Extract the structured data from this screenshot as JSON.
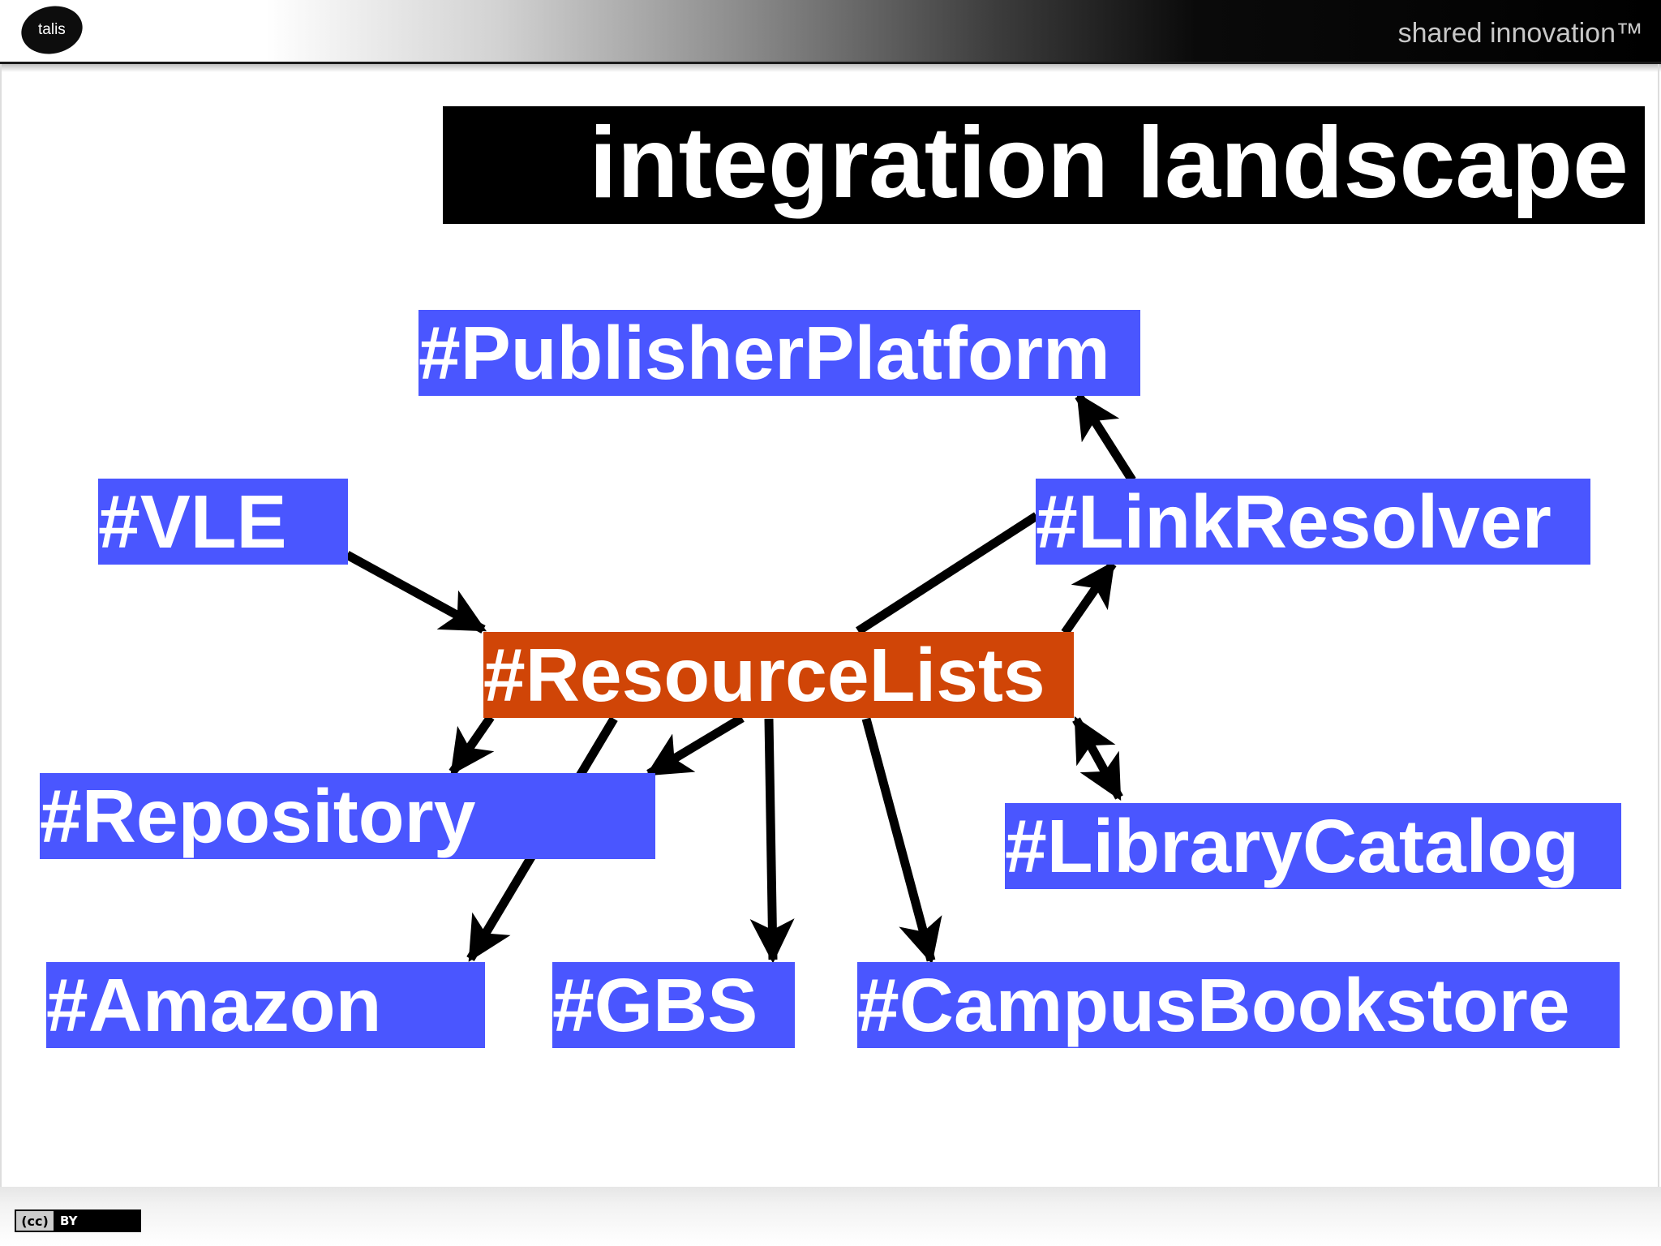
{
  "header": {
    "logo_text": "talis",
    "tagline": "shared innovation™"
  },
  "slide": {
    "title": "integration landscape"
  },
  "nodes": {
    "publisher_platform": "#PublisherPlatform",
    "vle": "#VLE",
    "link_resolver": "#LinkResolver",
    "resource_lists": "#ResourceLists",
    "repository": "#Repository",
    "library_catalog": "#LibraryCatalog",
    "amazon": "#Amazon",
    "gbs": "#GBS",
    "campus_bookstore": "#CampusBookstore"
  },
  "edges": [
    {
      "from": "vle",
      "to": "resource_lists",
      "direction": "forward"
    },
    {
      "from": "resource_lists",
      "to": "link_resolver",
      "direction": "forward"
    },
    {
      "from": "link_resolver",
      "to": "publisher_platform",
      "direction": "forward"
    },
    {
      "from": "resource_lists",
      "to": "repository",
      "direction": "forward"
    },
    {
      "from": "resource_lists",
      "to": "amazon",
      "direction": "forward"
    },
    {
      "from": "resource_lists",
      "to": "gbs",
      "direction": "forward"
    },
    {
      "from": "resource_lists",
      "to": "campus_bookstore",
      "direction": "forward"
    },
    {
      "from": "resource_lists",
      "to": "library_catalog",
      "direction": "both"
    }
  ],
  "colors": {
    "node_fill": "#4a56ff",
    "center_node_fill": "#d04507",
    "title_bar": "#000000",
    "arrow": "#000000"
  },
  "footer": {
    "license_cc": "(cc)",
    "license_by": "BY"
  }
}
